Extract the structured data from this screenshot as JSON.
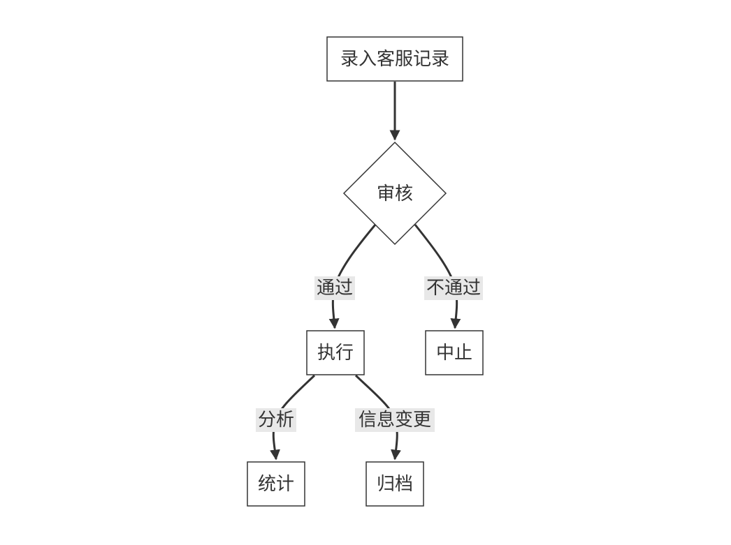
{
  "diagram": {
    "nodes": {
      "entry": "录入客服记录",
      "review": "审核",
      "execute": "执行",
      "stop": "中止",
      "statistics": "统计",
      "archive": "归档"
    },
    "edges": {
      "pass": "通过",
      "fail": "不通过",
      "analyze": "分析",
      "info_change": "信息变更"
    },
    "colors": {
      "stroke": "#333333",
      "label_background": "#e8e8e8",
      "node_fill": "#ffffff"
    }
  }
}
